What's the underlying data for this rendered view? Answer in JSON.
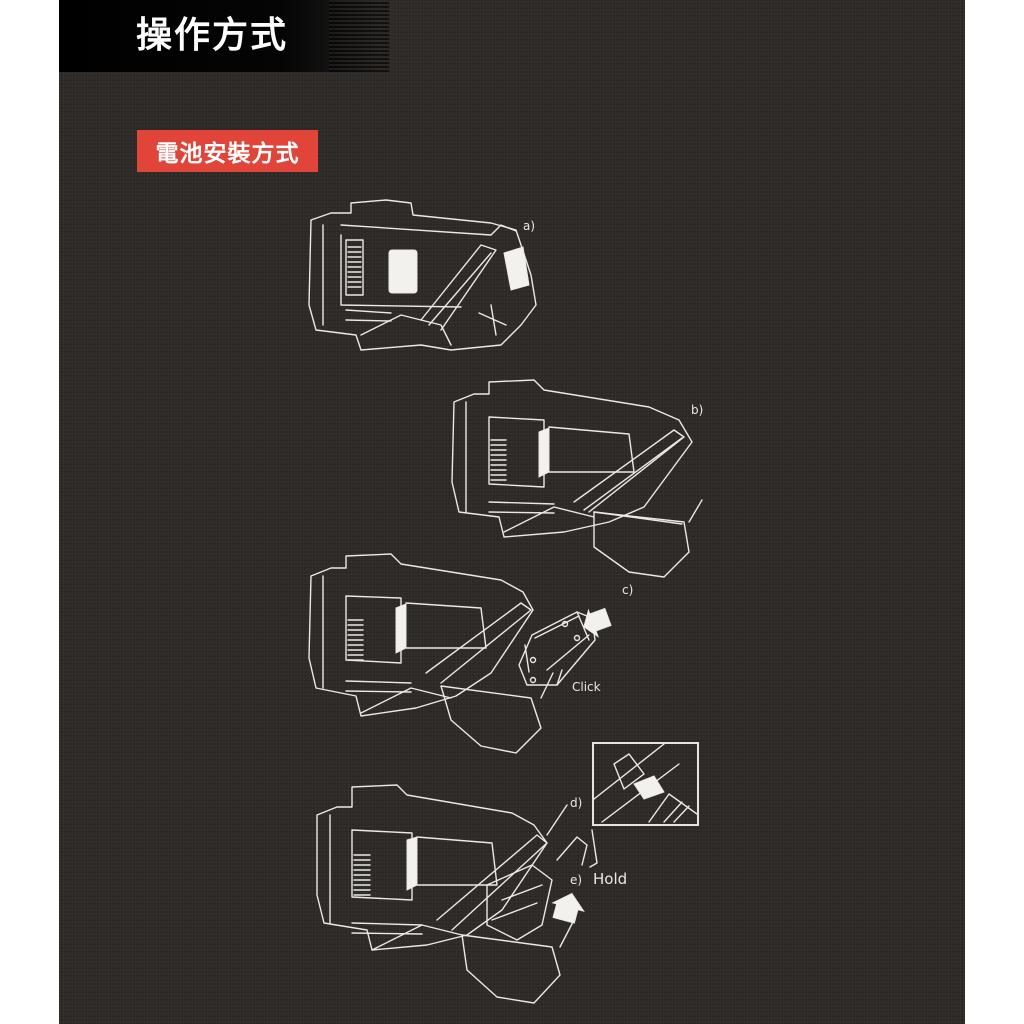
{
  "header": {
    "title": "操作方式"
  },
  "section": {
    "subtitle": "電池安裝方式"
  },
  "steps": [
    {
      "id": "a",
      "label": "a)"
    },
    {
      "id": "b",
      "label": "b)"
    },
    {
      "id": "c",
      "label": "c)",
      "note": "Click"
    },
    {
      "id": "d",
      "label": "d)"
    },
    {
      "id": "e",
      "label": "e)",
      "note": "Hold"
    }
  ],
  "colors": {
    "panel_background": "#2e2a27",
    "title_band": "#000000",
    "subtitle_badge": "#e1453a",
    "line_art": "#ece9e4",
    "page_margin": "#ffffff"
  },
  "icons": {
    "arrow_c": "insert-arrow-left",
    "arrow_e": "push-arrow-up",
    "inset": "latch-detail-inset"
  }
}
